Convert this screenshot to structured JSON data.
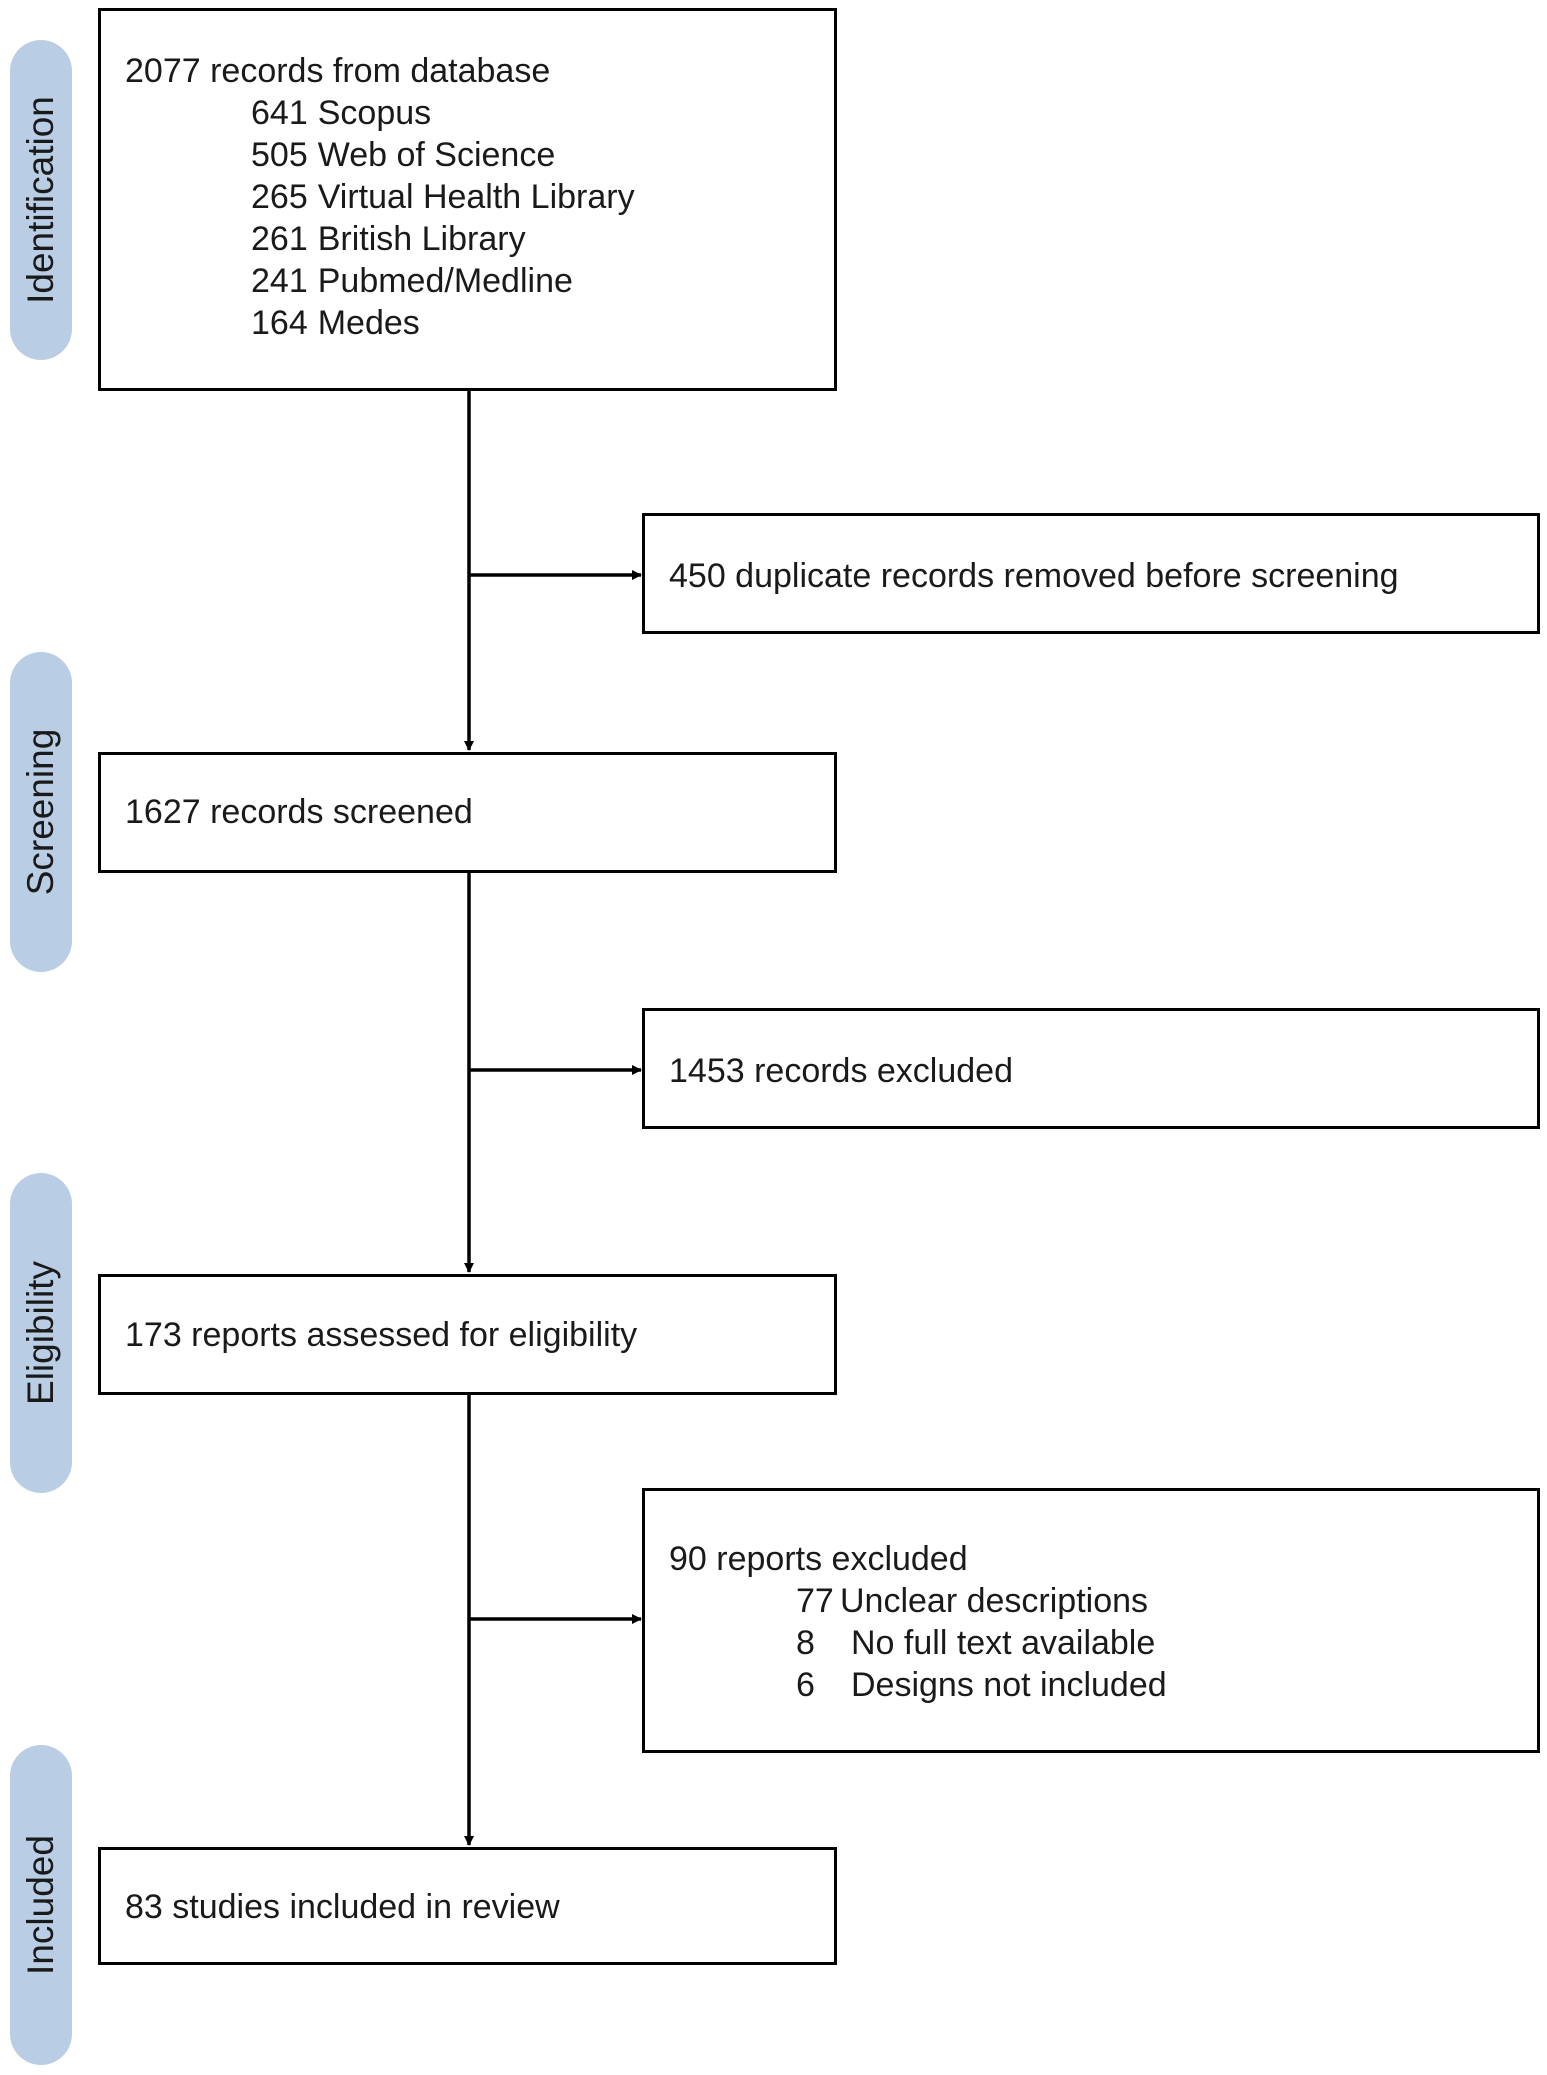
{
  "phases": {
    "identification": "Identification",
    "screening": "Screening",
    "eligibility": "Eligibility",
    "included": "Included"
  },
  "identification_box": {
    "title": "2077 records from database",
    "sources": [
      {
        "count": "641",
        "name": "Scopus"
      },
      {
        "count": "505",
        "name": "Web of Science"
      },
      {
        "count": "265",
        "name": "Virtual Health Library"
      },
      {
        "count": "261",
        "name": "British Library"
      },
      {
        "count": "241",
        "name": "Pubmed/Medline"
      },
      {
        "count": "164",
        "name": "Medes"
      }
    ]
  },
  "duplicates_box": {
    "text": "450 duplicate records removed before screening"
  },
  "screened_box": {
    "text": "1627 records screened"
  },
  "excluded_records_box": {
    "text": "1453 records excluded"
  },
  "eligibility_box": {
    "text": "173 reports assessed for eligibility"
  },
  "excluded_reports_box": {
    "title": "90 reports excluded",
    "reasons": [
      {
        "count": "77",
        "name": "Unclear descriptions"
      },
      {
        "count": "8",
        "name": "No full text available"
      },
      {
        "count": "6",
        "name": "Designs not included"
      }
    ]
  },
  "included_box": {
    "text": "83 studies included in review"
  },
  "colors": {
    "phase_fill": "#b9cde5",
    "border": "#000000"
  }
}
